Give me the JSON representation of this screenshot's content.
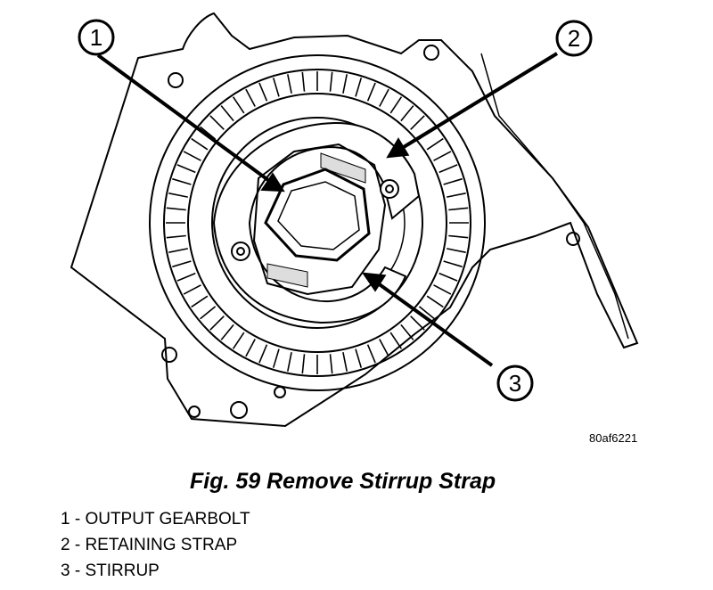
{
  "figure": {
    "reference_code": "80af6221",
    "caption": "Fig. 59 Remove Stirrup Strap",
    "callouts": [
      "1",
      "2",
      "3"
    ]
  },
  "legend": [
    {
      "text": "1 - OUTPUT GEARBOLT"
    },
    {
      "text": "2 - RETAINING STRAP"
    },
    {
      "text": "3 - STIRRUP"
    }
  ]
}
